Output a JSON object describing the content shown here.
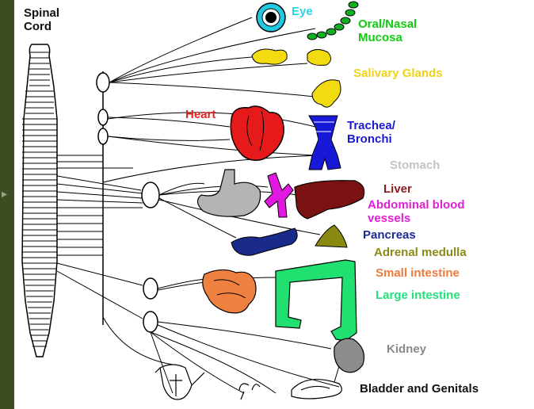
{
  "title": {
    "line1": "Spinal",
    "line2": "Cord"
  },
  "labels": {
    "eye": {
      "text": "Eye",
      "color": "#25d6e8"
    },
    "oral_nasal": {
      "line1": "Oral/Nasal",
      "line2": "Mucosa",
      "color": "#10cc10"
    },
    "salivary": {
      "text": "Salivary Glands",
      "color": "#f0d21a"
    },
    "heart": {
      "text": "Heart",
      "color": "#e52222"
    },
    "trachea": {
      "line1": "Trachea/",
      "line2": "Bronchi",
      "color": "#1a1ad0"
    },
    "stomach": {
      "text": "Stomach",
      "color": "#c4c4c4"
    },
    "liver": {
      "text": "Liver",
      "color": "#8b1a1a"
    },
    "abdominal": {
      "line1": "Abdominal blood",
      "line2": "vessels",
      "color": "#e020d8"
    },
    "pancreas": {
      "text": "Pancreas",
      "color": "#1a2a9a"
    },
    "adrenal": {
      "text": "Adrenal medulla",
      "color": "#8a8a18"
    },
    "small_intestine": {
      "text": "Small intestine",
      "color": "#f07a3a"
    },
    "large_intestine": {
      "text": "Large intestine",
      "color": "#22e07a"
    },
    "kidney": {
      "text": "Kidney",
      "color": "#8a8a8a"
    },
    "bladder": {
      "text": "Bladder and Genitals",
      "color": "#111111"
    }
  },
  "organ_colors": {
    "eye": "#20c8e0",
    "mucosa": "#10b020",
    "salivary": "#f2dc10",
    "heart": "#e61a1a",
    "trachea": "#1818d8",
    "stomach": "#b4b4b4",
    "vessels": "#e018e0",
    "liver": "#7a1212",
    "pancreas": "#1a2a8a",
    "adrenal": "#8a8a10",
    "small_intestine": "#f08040",
    "large_intestine": "#20e070",
    "kidney": "#8c8c8c"
  },
  "icons": [
    "spinal-cord-icon",
    "ganglion-chain-icon",
    "eye-icon",
    "mucosa-icon",
    "salivary-glands-icon",
    "heart-icon",
    "trachea-icon",
    "stomach-icon",
    "blood-vessels-icon",
    "liver-icon",
    "pancreas-icon",
    "adrenal-icon",
    "small-intestine-icon",
    "large-intestine-icon",
    "kidney-icon",
    "bladder-genitals-icon"
  ]
}
